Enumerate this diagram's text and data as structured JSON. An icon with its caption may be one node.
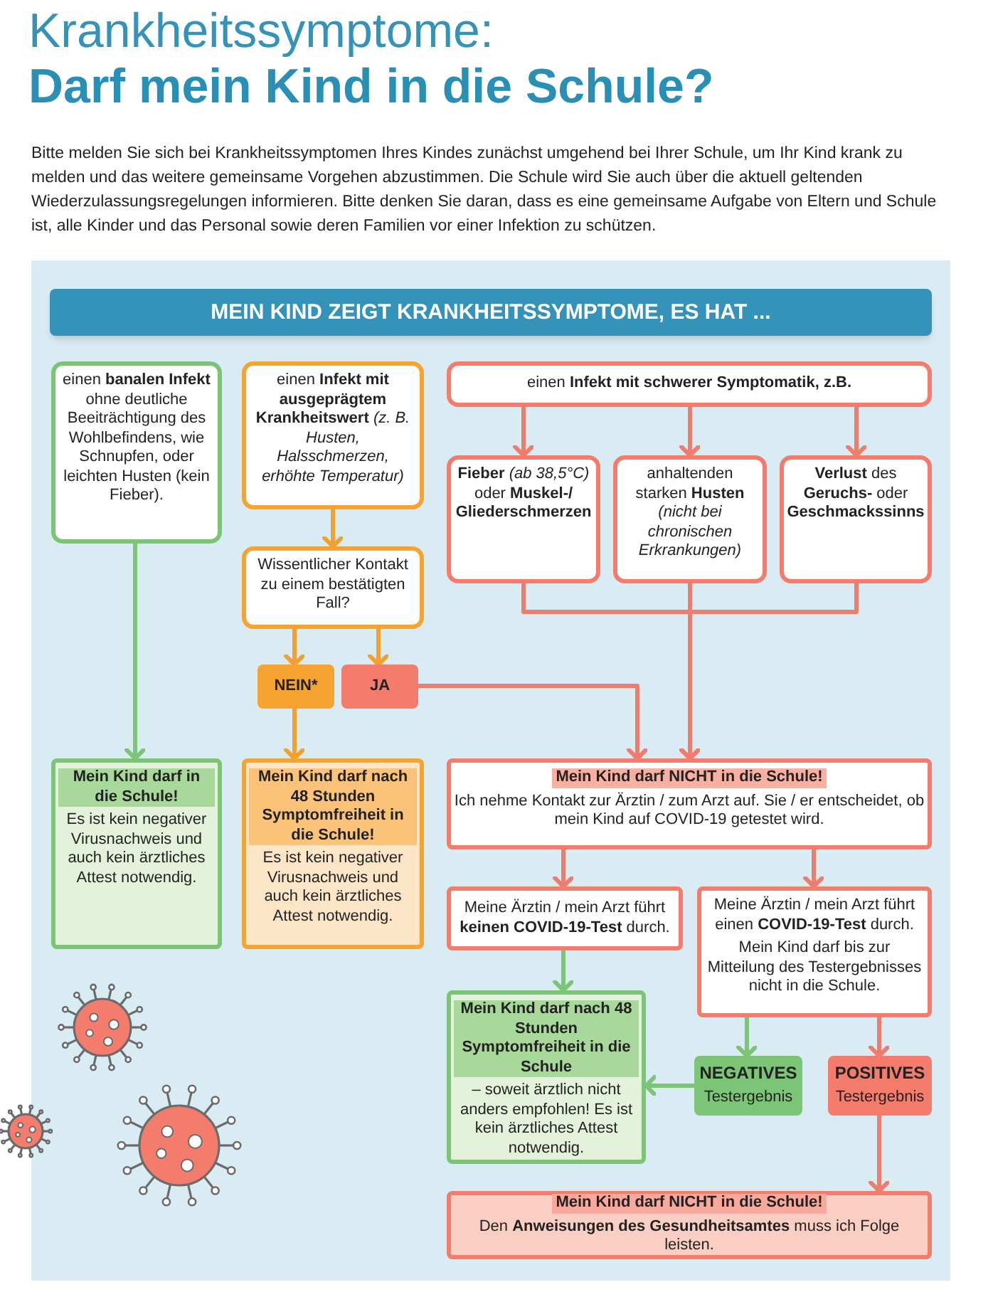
{
  "diagram": {
    "title": "Darf mein Kind in die Schule?",
    "nodes": [
      {
        "text": [
          "MEIN KIND ZEIGT KRANKHEITSSYMPTOME, ES HAT ..."
        ]
      },
      {
        "text": [
          "einen **banalen Infekt** ohne deutliche Beeiträchtigung des Wohlbefindens, wie Schnupfen, oder leichten Husten (kein Fieber)."
        ]
      },
      {
        "text": [
          "einen **Infekt mit ausgeprägtem Krankheitswert** *(z. B. Husten, Halsschmerzen, erhöhte Temperatur)*"
        ]
      },
      {
        "text": [
          "einen **Infekt mit schwerer Symptomatik, z.B.**"
        ]
      },
      {
        "text": [
          "**Fieber** *(ab 38,5°C)* oder **Muskel-/ Gliederschmerzen**"
        ]
      },
      {
        "text": [
          "anhaltenden starken **Husten** *(nicht bei chronischen Erkrankungen)*"
        ]
      },
      {
        "text": [
          "**Verlust** des **Geruchs-** oder **Geschmackssinns**"
        ]
      },
      {
        "text": [
          "Wissentlicher Kontakt zu einem bestätigten Fall?"
        ]
      },
      {
        "text": [
          "NEIN*"
        ]
      },
      {
        "text": [
          "JA"
        ]
      },
      {
        "text": [
          "Mein Kind darf in die Schule!",
          "Es ist kein negativer Virusnachweis und auch kein ärztliches Attest notwendig."
        ]
      },
      {
        "text": [
          "Mein Kind darf nach 48 Stunden Symptomfreiheit in die Schule!",
          "Es ist kein negativer Virusnachweis und auch kein ärztliches Attest notwendig."
        ]
      },
      {
        "text": [
          "Mein Kind darf NICHT in die Schule!",
          "Ich nehme Kontakt zur Ärztin / zum Arzt auf. Sie / er entscheidet, ob mein Kind auf COVID-19 getestet wird."
        ]
      },
      {
        "text": [
          "Meine Ärztin / mein Arzt führt **keinen COVID-19-Test** durch."
        ]
      },
      {
        "text": [
          "Meine Ärztin / mein Arzt führt einen **COVID-19-Test** durch.",
          "Mein Kind darf bis zur Mitteilung des Testergebnisses nicht in die Schule."
        ]
      },
      {
        "text": [
          "Mein Kind darf nach 48 Stunden Symptomfreiheit in die Schule",
          "– soweit ärztlich nicht anders empfohlen! Es ist kein ärztliches Attest notwendig."
        ]
      },
      {
        "text": [
          "NEGATIVES",
          "Testergebnis"
        ]
      },
      {
        "text": [
          "POSITIVES",
          "Testergebnis"
        ]
      },
      {
        "text": [
          "Mein Kind darf NICHT in die Schule!",
          "Den **Anweisungen des Gesundheitsamtes** muss ich Folge leisten."
        ]
      }
    ],
    "edges": [
      {
        "from": 1,
        "to": 10,
        "arrow": "to",
        "color": "#7cc576"
      },
      {
        "from": 2,
        "to": 7,
        "arrow": "to",
        "color": "#f0a12f"
      },
      {
        "from": 7,
        "to": 8,
        "arrow": "to",
        "color": "#f0a12f"
      },
      {
        "from": 7,
        "to": 9,
        "arrow": "to",
        "color": "#f0a12f"
      },
      {
        "from": 8,
        "to": 11,
        "arrow": "to",
        "color": "#f0a12f"
      },
      {
        "from": 3,
        "to": 4,
        "arrow": "to"
      },
      {
        "from": 3,
        "to": 5,
        "arrow": "to"
      },
      {
        "from": 3,
        "to": 6,
        "arrow": "to"
      },
      {
        "from": 4,
        "to": 12,
        "arrow": "to"
      },
      {
        "from": 5,
        "to": 12,
        "arrow": "to"
      },
      {
        "from": 6,
        "to": 12,
        "arrow": "to"
      },
      {
        "from": 9,
        "to": 12,
        "arrow": "to"
      },
      {
        "from": 12,
        "to": 13,
        "arrow": "to"
      },
      {
        "from": 12,
        "to": 14,
        "arrow": "to"
      },
      {
        "from": 13,
        "to": 15,
        "arrow": "to",
        "color": "#7cc576"
      },
      {
        "from": 14,
        "to": 16,
        "arrow": "to",
        "color": "#7cc576"
      },
      {
        "from": 14,
        "to": 17,
        "arrow": "to"
      },
      {
        "from": 16,
        "to": 15,
        "arrow": "to",
        "color": "#7cc576"
      },
      {
        "from": 17,
        "to": 18,
        "arrow": "to"
      }
    ],
    "labels": [
      "Krankheitssymptome:",
      "Bitte melden Sie sich bei Krankheitssymptomen Ihres Kindes zunächst umgehend bei Ihrer Schule, um Ihr Kind krank zu melden und das weitere gemeinsame Vorgehen abzustimmen. Die Schule wird Sie auch über die aktuell geltenden Wiederzulassungsregelungen informieren. Bitte denken Sie daran, dass es eine gemeinsame Aufgabe von Eltern und Schule ist, alle Kinder und das Personal sowie deren Familien vor einer Infektion zu schützen."
    ]
  }
}
